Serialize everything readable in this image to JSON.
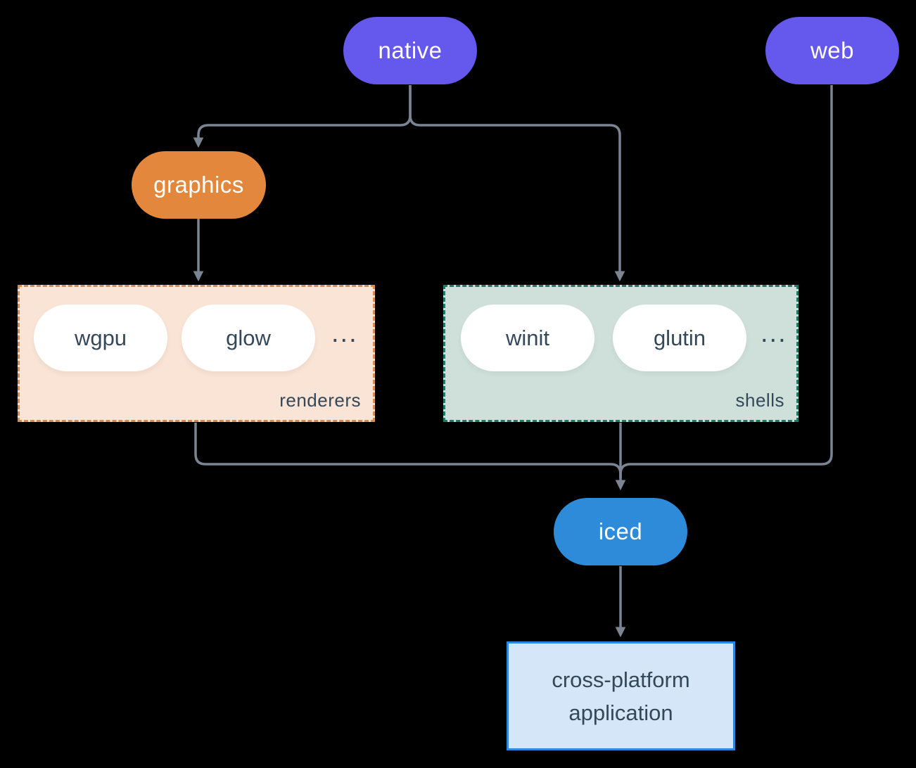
{
  "colors": {
    "background": "#000000",
    "connector": "#7A8492",
    "node_text": "#FFFFFF",
    "dark_text": "#35485A"
  },
  "nodes": {
    "native": {
      "label": "native",
      "fill": "#6558EC"
    },
    "web": {
      "label": "web",
      "fill": "#6558EC"
    },
    "graphics": {
      "label": "graphics",
      "fill": "#E2873B"
    },
    "iced": {
      "label": "iced",
      "fill": "#2E8BD9"
    },
    "application": {
      "lines": [
        "cross-platform",
        "application"
      ],
      "fill": "#D5E6F8",
      "border": "#2E86DE"
    }
  },
  "groups": {
    "renderers": {
      "label": "renderers",
      "fill": "#FAE4D5",
      "border": "#DD8A4E",
      "items": [
        "wgpu",
        "glow"
      ],
      "more": "..."
    },
    "shells": {
      "label": "shells",
      "fill": "#CFE0DA",
      "border": "#1F7A68",
      "items": [
        "winit",
        "glutin"
      ],
      "more": "..."
    }
  },
  "edges": [
    {
      "from": "native",
      "to": "graphics"
    },
    {
      "from": "native",
      "to": "shells"
    },
    {
      "from": "graphics",
      "to": "renderers"
    },
    {
      "from": "renderers",
      "to": "iced"
    },
    {
      "from": "shells",
      "to": "iced"
    },
    {
      "from": "web",
      "to": "iced"
    },
    {
      "from": "iced",
      "to": "application"
    }
  ]
}
